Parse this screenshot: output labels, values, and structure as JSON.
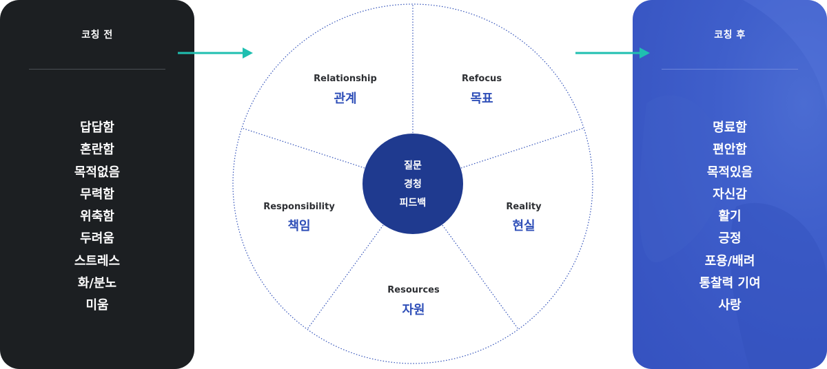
{
  "before": {
    "title": "코칭 전",
    "items": [
      "답답함",
      "혼란함",
      "목적없음",
      "무력함",
      "위축함",
      "두려움",
      "스트레스",
      "화/분노",
      "미움"
    ]
  },
  "after": {
    "title": "코칭 후",
    "items": [
      "명료함",
      "편안함",
      "목적있음",
      "자신감",
      "활기",
      "긍정",
      "포용/배려",
      "통찰력 기여",
      "사랑"
    ]
  },
  "center": {
    "lines": [
      "질문",
      "경청",
      "피드백"
    ]
  },
  "segments": [
    {
      "en": "Relationship",
      "ko": "관계"
    },
    {
      "en": "Refocus",
      "ko": "목표"
    },
    {
      "en": "Reality",
      "ko": "현실"
    },
    {
      "en": "Resources",
      "ko": "자원"
    },
    {
      "en": "Responsibility",
      "ko": "책임"
    }
  ],
  "colors": {
    "left_panel": "#1c1f22",
    "right_panel": "#3957c4",
    "hub": "#1f3a8f",
    "arrow": "#1fbfb0",
    "accent_text": "#2f4fb8",
    "wheel_line": "#2f4fb8"
  },
  "icons": {
    "arrow_in": "arrow-right-icon",
    "arrow_out": "arrow-right-icon"
  }
}
